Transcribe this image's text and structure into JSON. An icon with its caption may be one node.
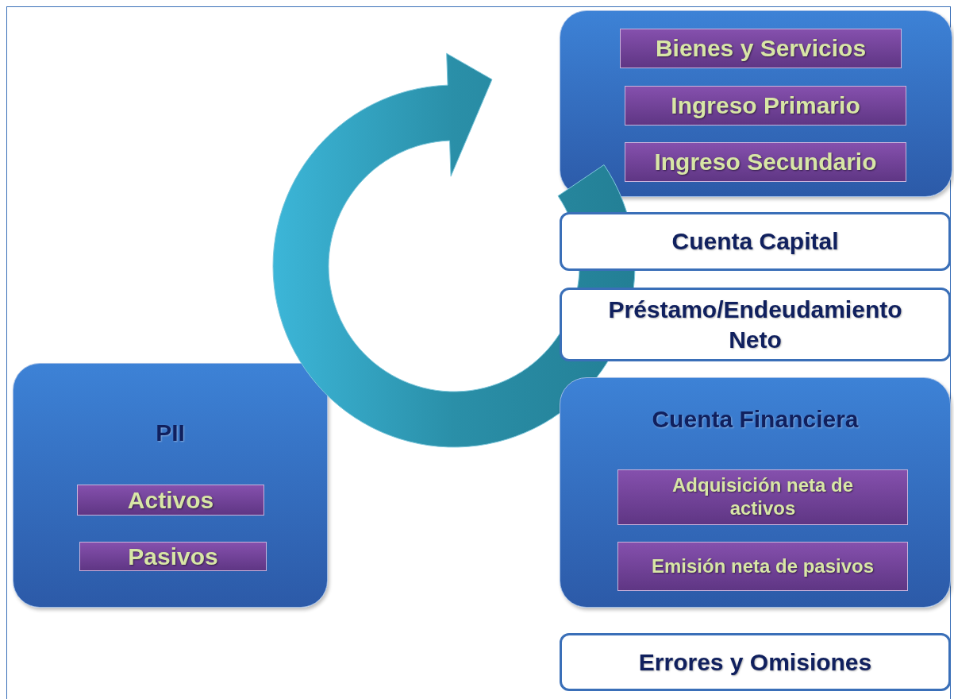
{
  "diagram": {
    "nodes": [
      {
        "text": [],
        "shape": "box"
      },
      {
        "text": [
          "Bienes y Servicios"
        ],
        "in": 0
      },
      {
        "text": [
          "Ingreso Primario"
        ],
        "in": 0
      },
      {
        "text": [
          "Ingreso Secundario"
        ],
        "in": 0
      },
      {
        "text": [
          "Cuenta Capital"
        ]
      },
      {
        "text": [
          "Préstamo/Endeudamiento Neto"
        ]
      },
      {
        "text": [
          "Cuenta Financiera"
        ]
      },
      {
        "text": [
          "Adquisición neta de activos"
        ],
        "in": 6
      },
      {
        "text": [
          "Emisión neta de pasivos"
        ],
        "in": 6
      },
      {
        "text": [
          "Errores y Omisiones"
        ]
      },
      {
        "text": [
          "PII"
        ]
      },
      {
        "text": [
          "Activos"
        ],
        "in": 10
      },
      {
        "text": [
          "Pasivos"
        ],
        "in": 10
      }
    ],
    "edges": []
  }
}
